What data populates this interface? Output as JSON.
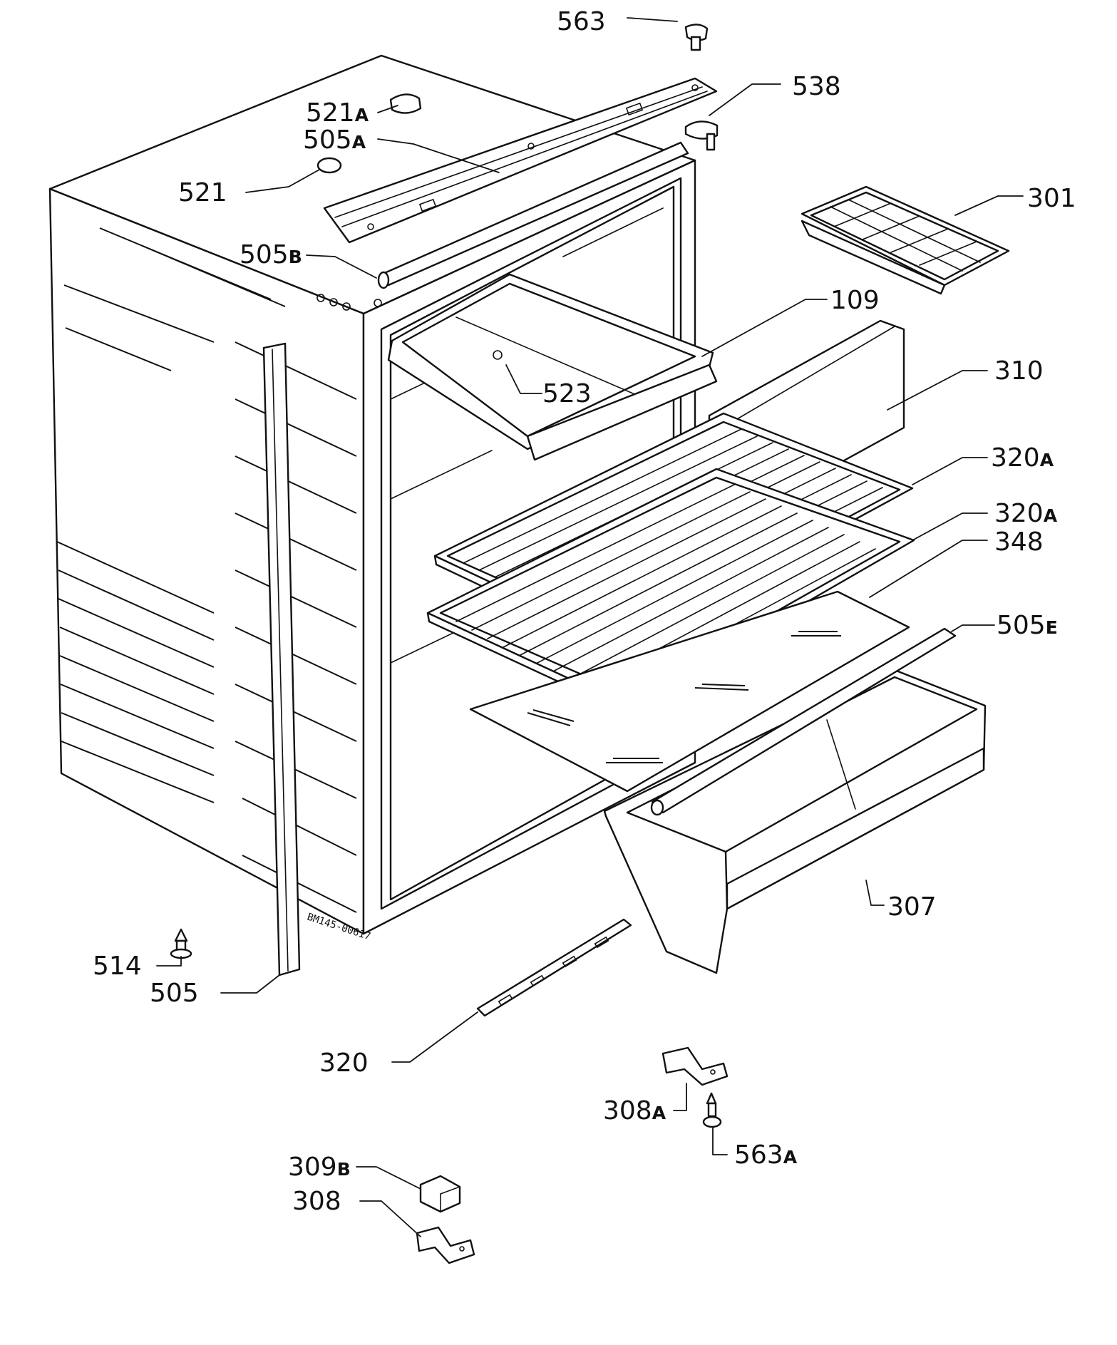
{
  "diagram": {
    "drawing_code": "BM145-00617",
    "labels": {
      "p563": {
        "num": "563",
        "suffix": ""
      },
      "p538": {
        "num": "538",
        "suffix": ""
      },
      "p521a": {
        "num": "521",
        "suffix": "A"
      },
      "p505a": {
        "num": "505",
        "suffix": "A"
      },
      "p521": {
        "num": "521",
        "suffix": ""
      },
      "p301": {
        "num": "301",
        "suffix": ""
      },
      "p505b": {
        "num": "505",
        "suffix": "B"
      },
      "p109": {
        "num": "109",
        "suffix": ""
      },
      "p523": {
        "num": "523",
        "suffix": ""
      },
      "p310": {
        "num": "310",
        "suffix": ""
      },
      "p320a1": {
        "num": "320",
        "suffix": "A"
      },
      "p320a2": {
        "num": "320",
        "suffix": "A"
      },
      "p348": {
        "num": "348",
        "suffix": ""
      },
      "p505e": {
        "num": "505",
        "suffix": "E"
      },
      "p307": {
        "num": "307",
        "suffix": ""
      },
      "p514": {
        "num": "514",
        "suffix": ""
      },
      "p505": {
        "num": "505",
        "suffix": ""
      },
      "p320": {
        "num": "320",
        "suffix": ""
      },
      "p308a": {
        "num": "308",
        "suffix": "A"
      },
      "p563a": {
        "num": "563",
        "suffix": "A"
      },
      "p309b": {
        "num": "309",
        "suffix": "B"
      },
      "p308": {
        "num": "308",
        "suffix": ""
      }
    }
  }
}
